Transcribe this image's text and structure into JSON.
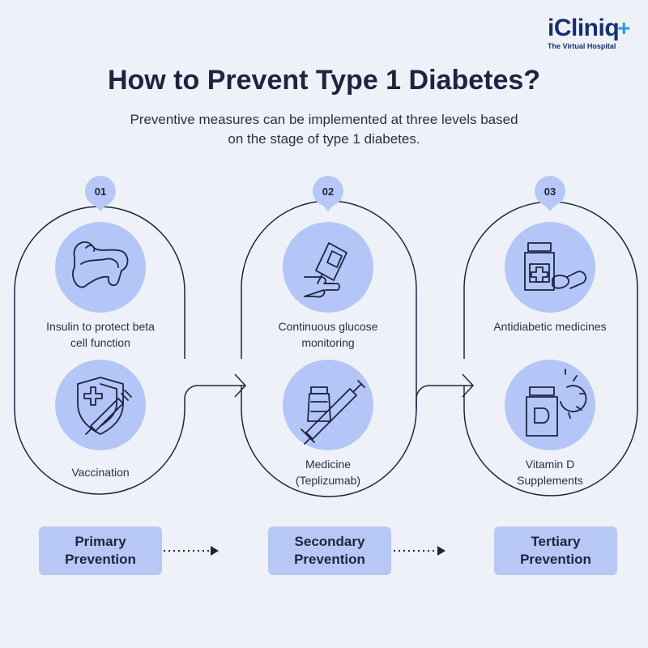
{
  "brand": {
    "name": "iCliniq",
    "plus": "+",
    "tagline": "The Virtual Hospital"
  },
  "title": "How to Prevent Type 1 Diabetes?",
  "subtitle": "Preventive measures can be implemented at three levels based on the stage of type 1 diabetes.",
  "colors": {
    "accent": "#b7c8f6",
    "icon_circle": "#b3c6f7",
    "text": "#1d2440",
    "background": "#eef2f8"
  },
  "steps": [
    {
      "number": "01",
      "items": [
        {
          "icon": "pancreas-icon",
          "label": "Insulin to protect beta cell function"
        },
        {
          "icon": "vaccine-shield-icon",
          "label": "Vaccination"
        }
      ],
      "stage": "Primary Prevention"
    },
    {
      "number": "02",
      "items": [
        {
          "icon": "glucose-meter-icon",
          "label": "Continuous glucose monitoring"
        },
        {
          "icon": "vial-syringe-icon",
          "label": "Medicine (Teplizumab)"
        }
      ],
      "stage": "Secondary Prevention"
    },
    {
      "number": "03",
      "items": [
        {
          "icon": "medicine-bottle-icon",
          "label": "Antidiabetic medicines"
        },
        {
          "icon": "vitamin-d-icon",
          "label": "Vitamin D Supplements"
        }
      ],
      "stage": "Tertiary Prevention"
    }
  ]
}
